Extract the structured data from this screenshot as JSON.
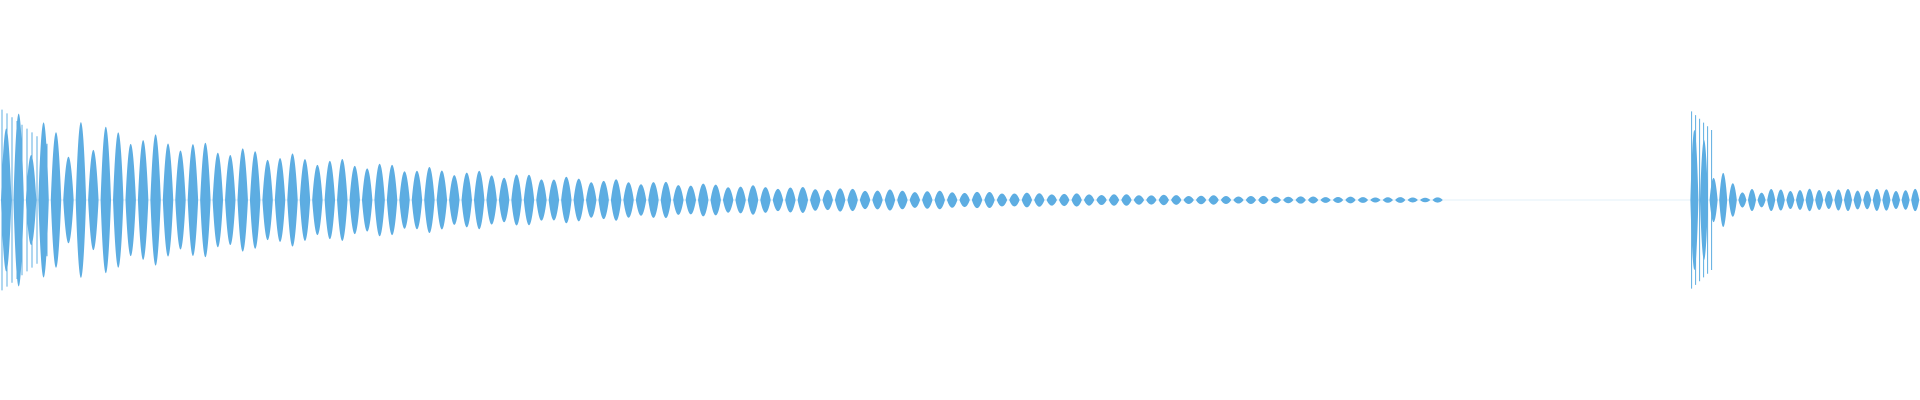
{
  "waveform": {
    "color": "#5dade2",
    "background": "#ffffff",
    "segments": [
      {
        "start": 0.0,
        "end": 0.752,
        "peak": 1.0,
        "tail_level": 0.02,
        "cycles": 116
      },
      {
        "start": 0.88,
        "end": 1.0,
        "peak": 0.98,
        "tail_level": 0.12,
        "cycles": 24
      }
    ]
  }
}
